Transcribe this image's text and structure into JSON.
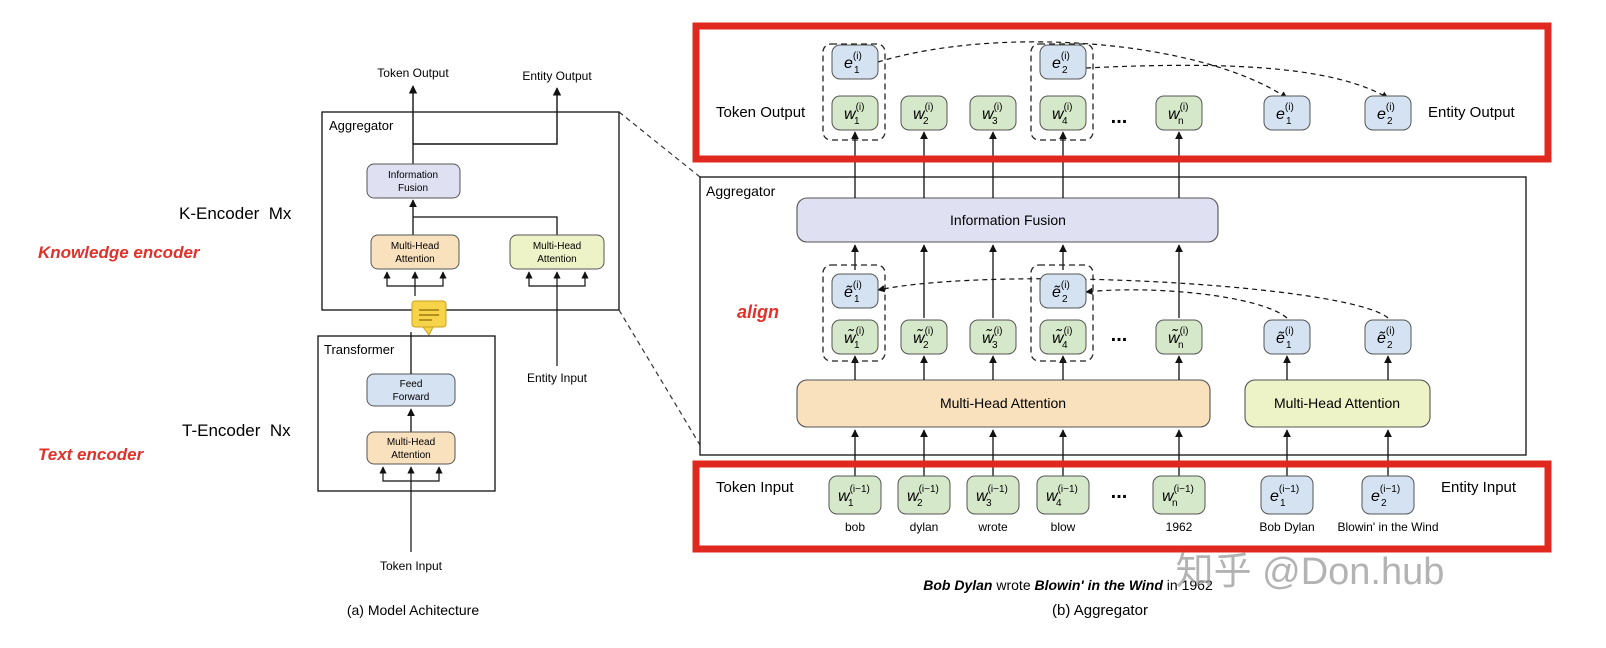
{
  "left": {
    "token_output": "Token Output",
    "entity_output": "Entity Output",
    "aggregator": "Aggregator",
    "info_fusion": [
      "Information",
      "Fusion"
    ],
    "mha": [
      "Multi-Head",
      "Attention"
    ],
    "k_encoder": "K-Encoder  Mx",
    "knowledge_encoder": "Knowledge encoder",
    "transformer": "Transformer",
    "feed_forward": [
      "Feed",
      "Forward"
    ],
    "t_encoder": "T-Encoder  Nx",
    "text_encoder": "Text encoder",
    "entity_input": "Entity Input",
    "token_input": "Token Input",
    "caption": "(a) Model Achitecture"
  },
  "right": {
    "token_output": "Token Output",
    "entity_output": "Entity Output",
    "aggregator": "Aggregator",
    "info_fusion": "Information Fusion",
    "align": "align",
    "mha_token": "Multi-Head Attention",
    "mha_entity": "Multi-Head Attention",
    "token_input": "Token Input",
    "entity_input": "Entity Input",
    "ellipsis": "...",
    "words": [
      "bob",
      "dylan",
      "wrote",
      "blow",
      "1962",
      "Bob Dylan",
      "Blowin' in the Wind"
    ],
    "sentence": {
      "entity1": "Bob Dylan",
      "middle": " wrote ",
      "entity2": "Blowin' in the Wind",
      "tail": " in 1962"
    },
    "caption": "(b) Aggregator"
  },
  "watermark": "知乎 @Don.hub",
  "colors": {
    "green_fill": "#d5e8c9",
    "blue_fill": "#d4e2f2",
    "orange_fill": "#f9e1be",
    "yellow_fill": "#eef3c7",
    "purple_fill": "#dfe0f1",
    "red_highlight": "#e0281e",
    "annotation_red": "#e0322a"
  }
}
